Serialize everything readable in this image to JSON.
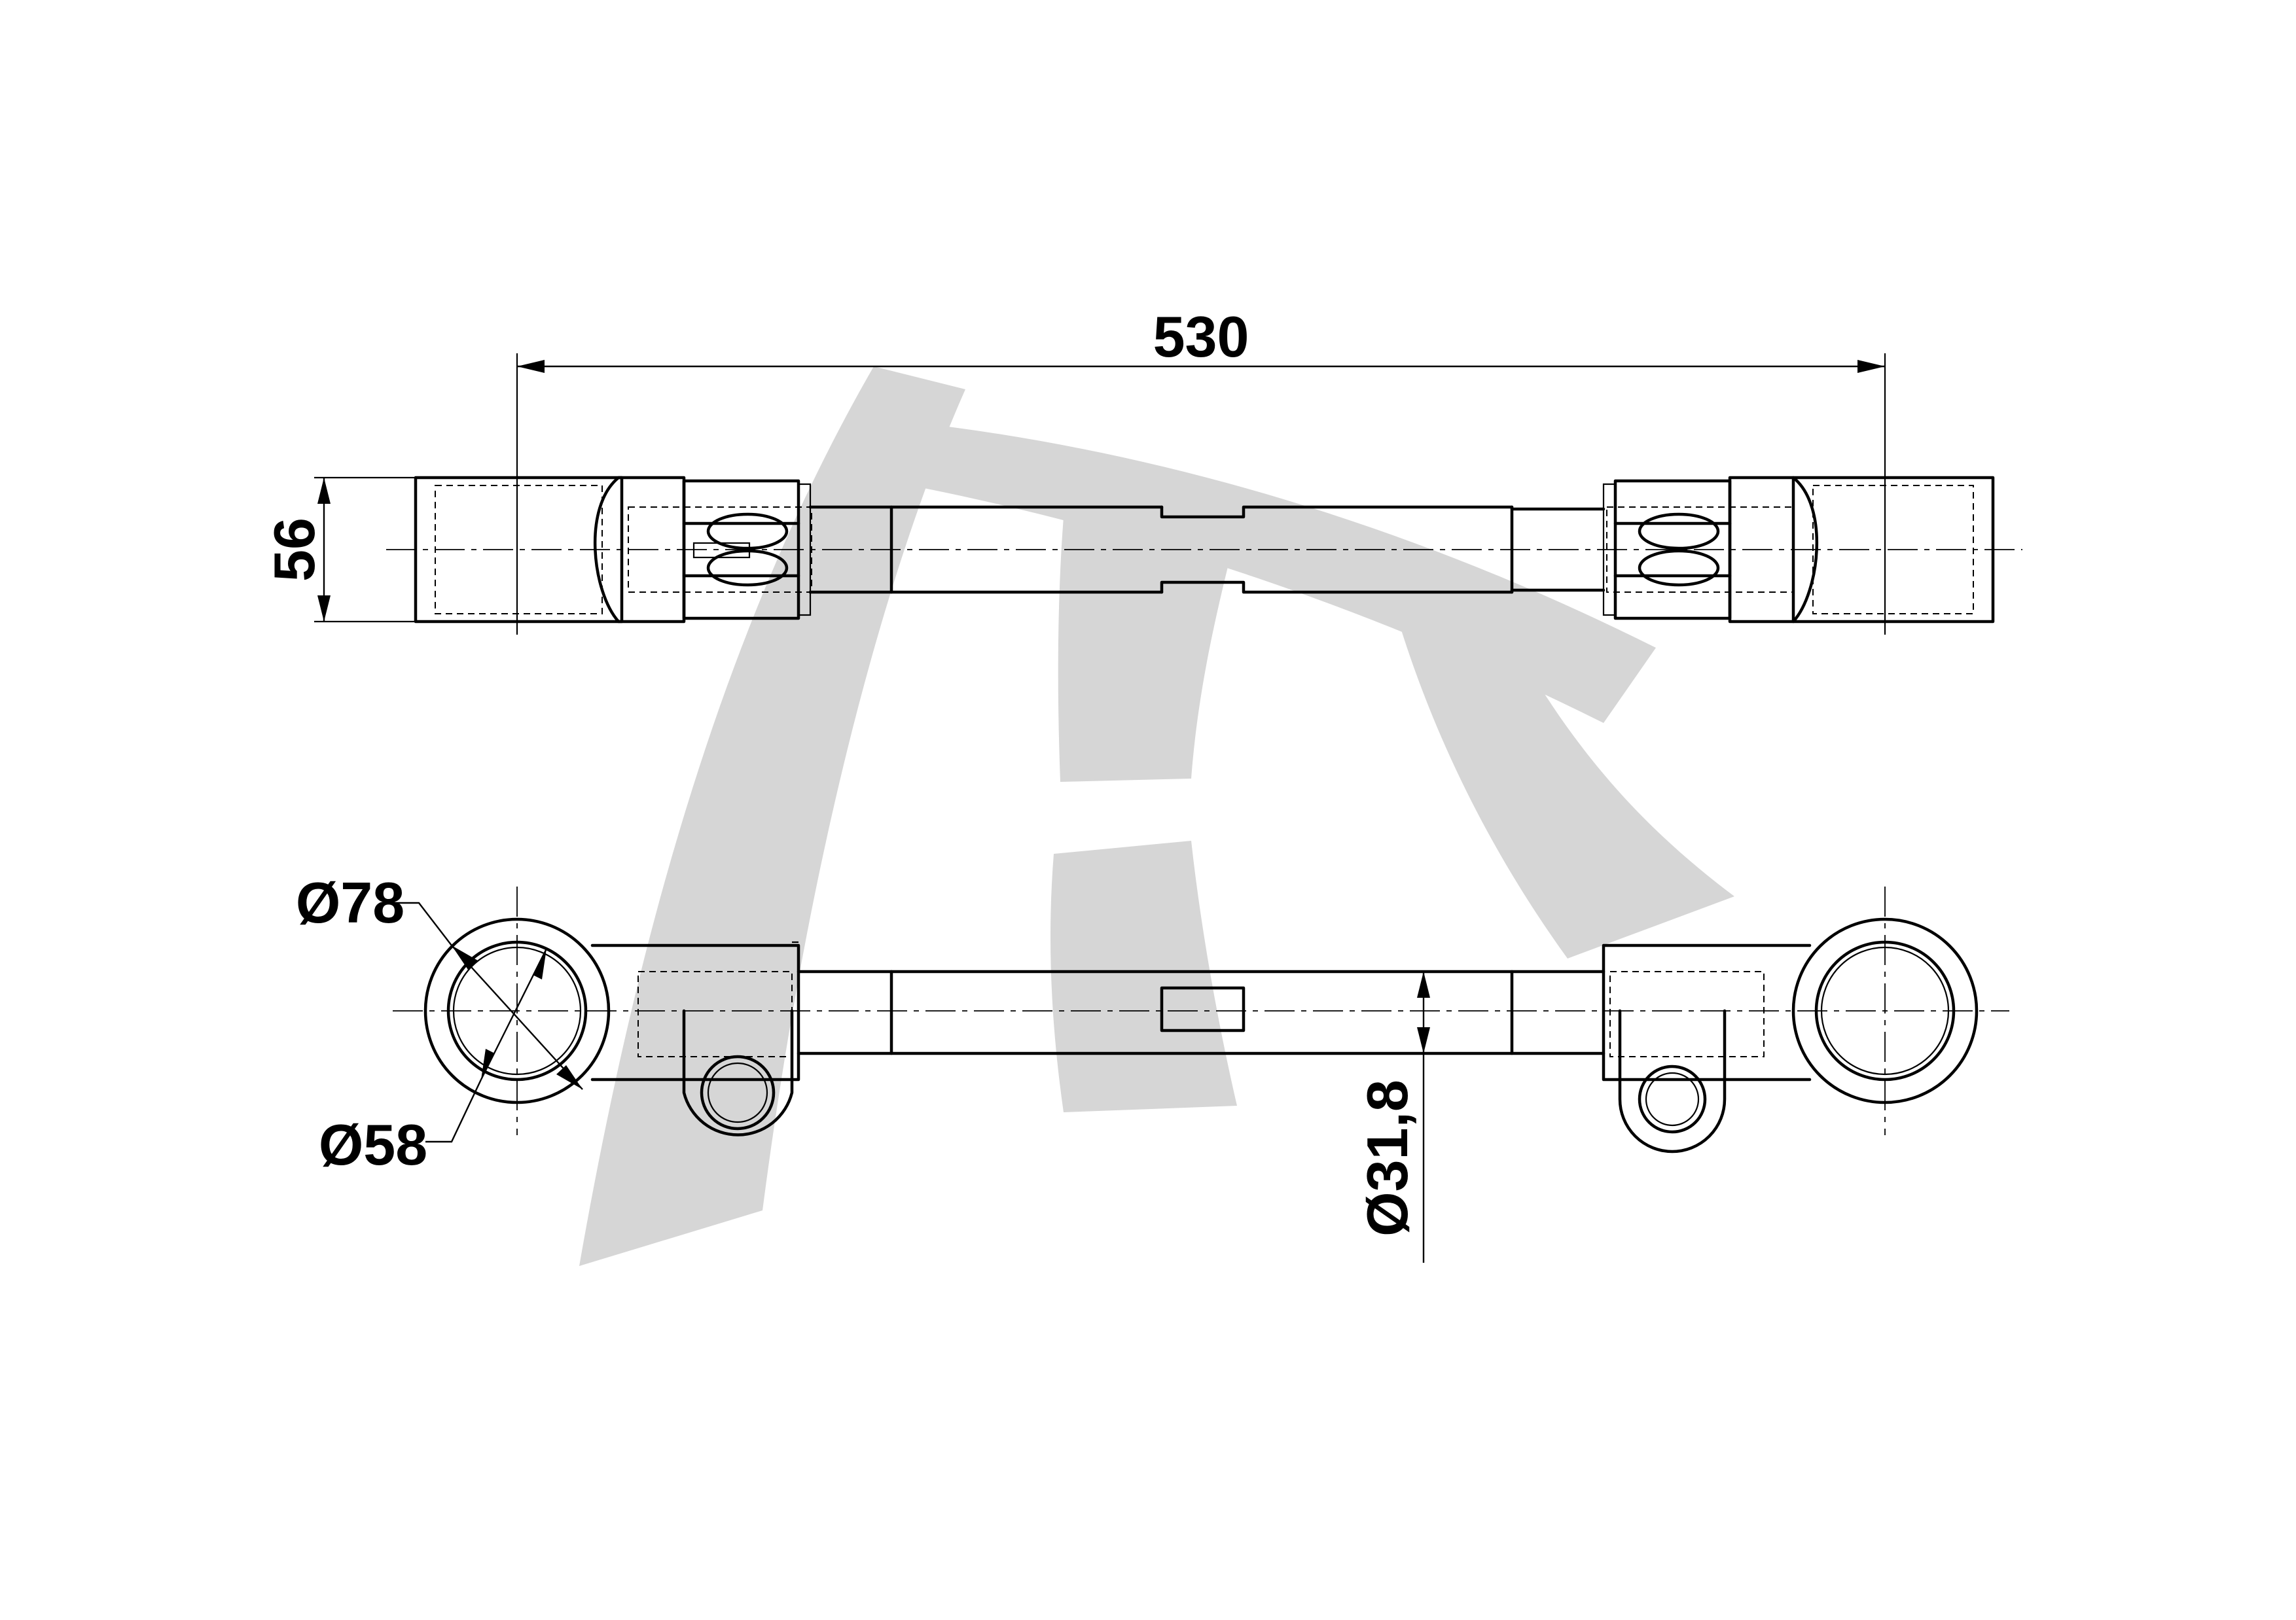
{
  "drawing": {
    "dimensions": {
      "overall_length": "530",
      "height": "56",
      "outer_diameter": "Ø78",
      "inner_diameter": "Ø58",
      "tube_diameter": "Ø31,8"
    },
    "watermark_color": "#d6d6d6",
    "line_color": "#000000"
  }
}
